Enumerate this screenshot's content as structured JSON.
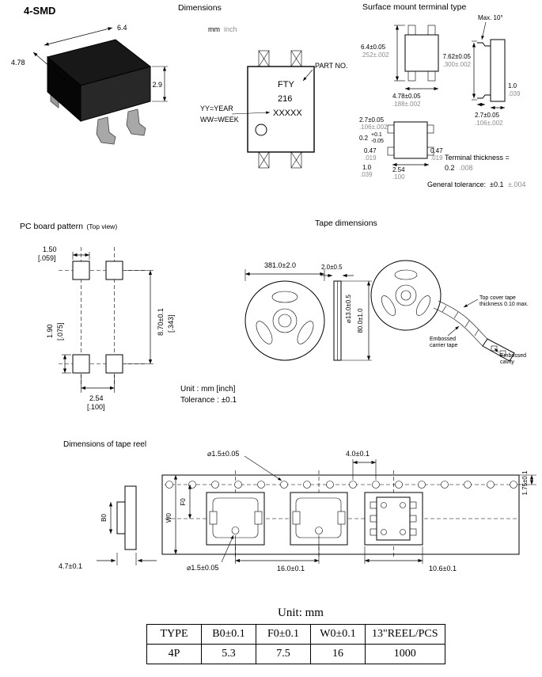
{
  "page": {
    "title": "4-SMD"
  },
  "pkg3d": {
    "dim_width": "4.78",
    "dim_length": "6.4",
    "dim_height": "2.9"
  },
  "outline": {
    "section_title": "Dimensions",
    "units_mm": "mm",
    "units_inch": "inch",
    "mark1": "FTY",
    "mark2": "216",
    "mark3": "XXXXX",
    "part_no": "PART NO.",
    "year": "YY=YEAR",
    "week": "WW=WEEK"
  },
  "smt": {
    "section_title": "Surface mount terminal type",
    "max_angle": "Max. 10°",
    "body_w_mm": "6.4±0.05",
    "body_w_in": ".252±.002",
    "total_w_mm": "7.62±0.05",
    "total_w_in": ".300±.002",
    "body_l_mm": "4.78±0.05",
    "body_l_in": ".188±.002",
    "lead_mm": "1.0",
    "lead_in": ".039",
    "height_mm": "2.7±0.05",
    "height_in": ".106±.002",
    "pad_h_mm": "2.7±0.05",
    "pad_h_in": ".106±.002",
    "stand_mm": "0.2",
    "stand_tol_plus": "+0.1",
    "stand_tol_minus": "-0.05",
    "lead_w_mm": "0.47",
    "lead_w_in": ".019",
    "lead_w2_mm": "0.47",
    "lead_w2_in": ".019",
    "foot_mm": "1.0",
    "foot_in": ".039",
    "pitch_mm": "2.54",
    "pitch_in": ".100",
    "terminal_label": "Terminal thickness =",
    "terminal_mm": "0.2",
    "terminal_in": ".008",
    "tol_label": "General tolerance:",
    "tol_mm": "±0.1",
    "tol_in": "±.004"
  },
  "pcb": {
    "section_title": "PC board pattern",
    "section_sub": "(Top view)",
    "pad_w_mm": "1.50",
    "pad_w_in": "[.059]",
    "pad_h_mm": "1.90",
    "pad_h_in": "[.075]",
    "row_pitch_mm": "8.70±0.1",
    "row_pitch_in": "[.343]",
    "col_pitch_mm": "2.54",
    "col_pitch_in": "[.100]",
    "unit_note": "Unit : mm [inch]",
    "tol_note": "Tolerance : ±0.1"
  },
  "tape": {
    "section_title": "Tape dimensions",
    "reel_dia": "381.0±2.0",
    "tape_w": "2.0±0.5",
    "hub_dia": "⌀13.0±0.5",
    "flange": "80.0±1.0",
    "note_cover_1": "Top cover tape",
    "note_cover_2": "thickness 0.10 max.",
    "note_carrier_1": "Embossed",
    "note_carrier_2": "carrier tape",
    "note_cavity_1": "Embossed",
    "note_cavity_2": "cavity"
  },
  "reel": {
    "section_title": "Dimensions of tape reel",
    "sprocket_dia": "⌀1.5±0.05",
    "sprocket_pitch": "4.0±0.1",
    "edge_dist": "1.75±0.1",
    "b0": "B0",
    "f0": "F0",
    "w0": "W0",
    "tape_h": "4.7±0.1",
    "center_hole": "⌀1.5±0.05",
    "cavity_pitch": "16.0±0.1",
    "cavity_w": "10.6±0.1"
  },
  "table": {
    "unit": "Unit: mm",
    "headers": [
      "TYPE",
      "B0±0.1",
      "F0±0.1",
      "W0±0.1",
      "13\"REEL/PCS"
    ],
    "row": [
      "4P",
      "5.3",
      "7.5",
      "16",
      "1000"
    ]
  }
}
